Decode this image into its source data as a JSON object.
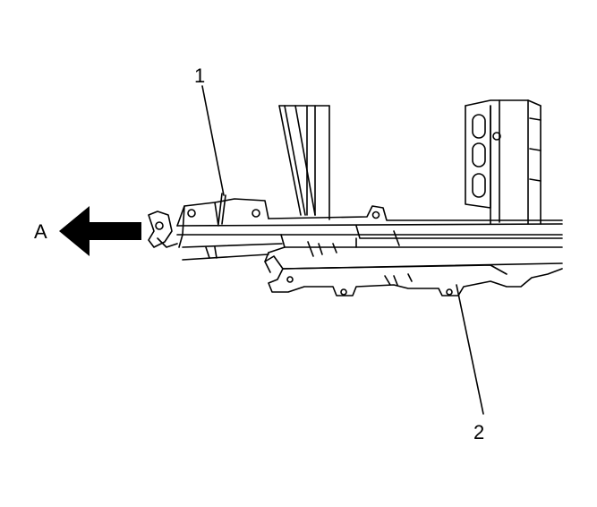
{
  "callouts": {
    "one": "1",
    "two": "2",
    "direction": "A"
  }
}
